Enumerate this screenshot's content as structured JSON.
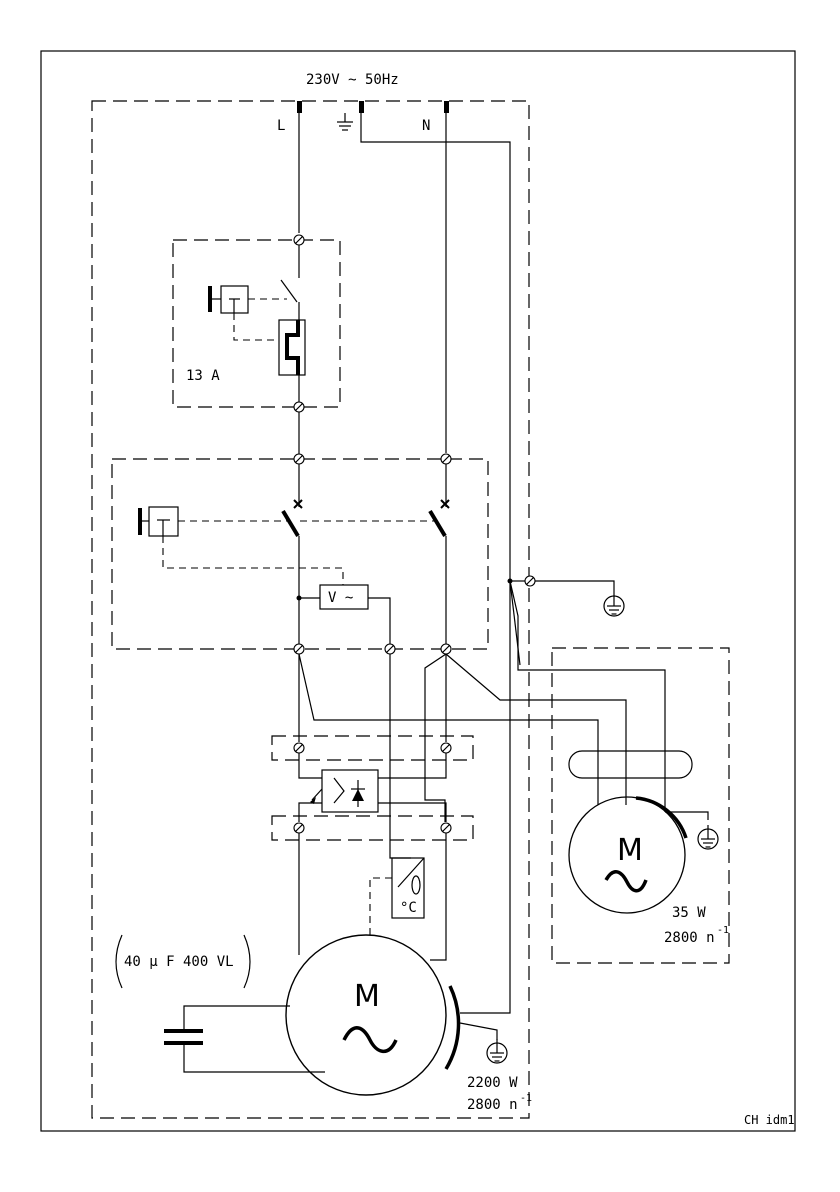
{
  "supply": {
    "label": "230V ~ 50Hz",
    "line": "L",
    "neutral": "N"
  },
  "breaker": {
    "rating": "13 A"
  },
  "voltmeter": {
    "label": "V ~"
  },
  "thermostat": {
    "label": "°C"
  },
  "capacitor": {
    "label": "40 µ F 400 VL"
  },
  "main_motor": {
    "symbol": "M",
    "power": "2200 W",
    "speed": "2800 n",
    "speed_exp": "-1"
  },
  "fan_motor": {
    "symbol": "M",
    "power": "35 W",
    "speed": "2800 n",
    "speed_exp": "-1"
  },
  "drawing_id": "CH idm1"
}
